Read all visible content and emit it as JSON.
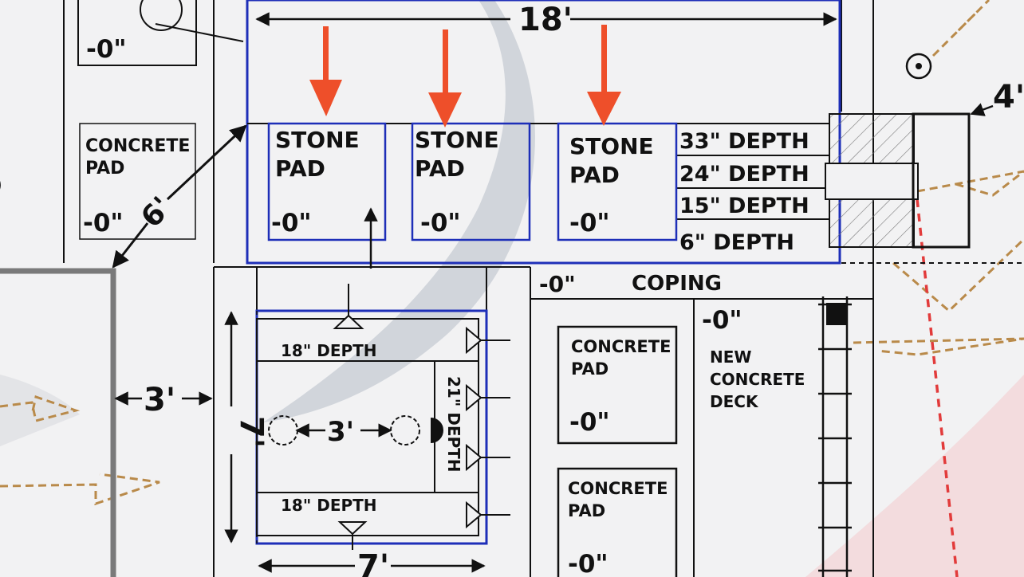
{
  "dimensions": {
    "top_width": "18'",
    "diag_6": "6'",
    "left_3": "3'",
    "spa_height": "7'",
    "spa_width": "7'",
    "spa_inner_3": "3'",
    "right_4": "4'"
  },
  "stone_pads": [
    {
      "title_line1": "STONE",
      "title_line2": "PAD",
      "elevation": "-0\""
    },
    {
      "title_line1": "STONE",
      "title_line2": "PAD",
      "elevation": "-0\""
    },
    {
      "title_line1": "STONE",
      "title_line2": "PAD",
      "elevation": "-0\""
    }
  ],
  "depths": [
    "33\" DEPTH",
    "24\" DEPTH",
    "15\" DEPTH",
    "6\" DEPTH"
  ],
  "spa": {
    "top_depth": "18\" DEPTH",
    "bottom_depth": "18\" DEPTH",
    "side_depth": "21\" DEPTH"
  },
  "left_concrete_pad": {
    "line1": "CONCRETE",
    "line2": "PAD",
    "elevation": "-0\""
  },
  "top_left_elevation": "-0\"",
  "coping": {
    "label": "COPING",
    "elevation": "-0\""
  },
  "concrete_pads_lower": [
    {
      "line1": "CONCRETE",
      "line2": "PAD",
      "elevation": "-0\""
    },
    {
      "line1": "CONCRETE",
      "line2": "PAD",
      "elevation": "-0\""
    }
  ],
  "new_deck": {
    "elevation": "-0\"",
    "line1": "NEW",
    "line2": "CONCRETE",
    "line3": "DECK"
  },
  "colors": {
    "blue_outline": "#1e2fb8",
    "red_arrow": "#ee4f2a",
    "dash_brown": "#b98a4a",
    "dash_red": "#e23b3b",
    "watermark_gray": "#c6cbd3",
    "watermark_red": "#f3d6d8"
  }
}
